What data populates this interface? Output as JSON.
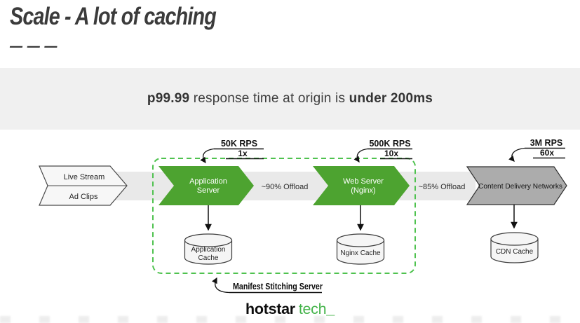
{
  "title": {
    "text": "Scale - A lot of caching",
    "dashes": "— — —"
  },
  "banner": {
    "bold_lead": "p99.99",
    "body": " response time at origin is ",
    "bold_tail": "under 200ms"
  },
  "flow": {
    "source": {
      "top": "Live Stream",
      "bottom": "Ad Clips"
    },
    "stages": [
      {
        "line1": "Application",
        "line2": "Server",
        "rps": "50K RPS",
        "scale": "1x",
        "cache_line1": "Application",
        "cache_line2": "Cache"
      },
      {
        "line1": "Web Server",
        "line2": "(Nginx)",
        "rps": "500K RPS",
        "scale": "10x",
        "cache_line1": "Nginx Cache"
      },
      {
        "line1": "Content Delivery Networks",
        "rps": "3M RPS",
        "scale": "60x",
        "cache_line1": "CDN Cache"
      }
    ],
    "offloads": [
      "~90% Offload",
      "~85% Offload"
    ],
    "cluster_label": "Manifest Stitching Server"
  },
  "footer": {
    "brand": "hotstar",
    "brand_suffix": "tech",
    "cursor": "_"
  },
  "colors": {
    "stage_green": "#4da330",
    "cdn_gray": "#acacac",
    "cluster_border_green": "#4fc24f",
    "flow_band_gray": "#e9e9e9",
    "banner_bg": "#f0f0f0",
    "brand_green": "#45b44b",
    "title_gray": "#3b3b3b"
  }
}
